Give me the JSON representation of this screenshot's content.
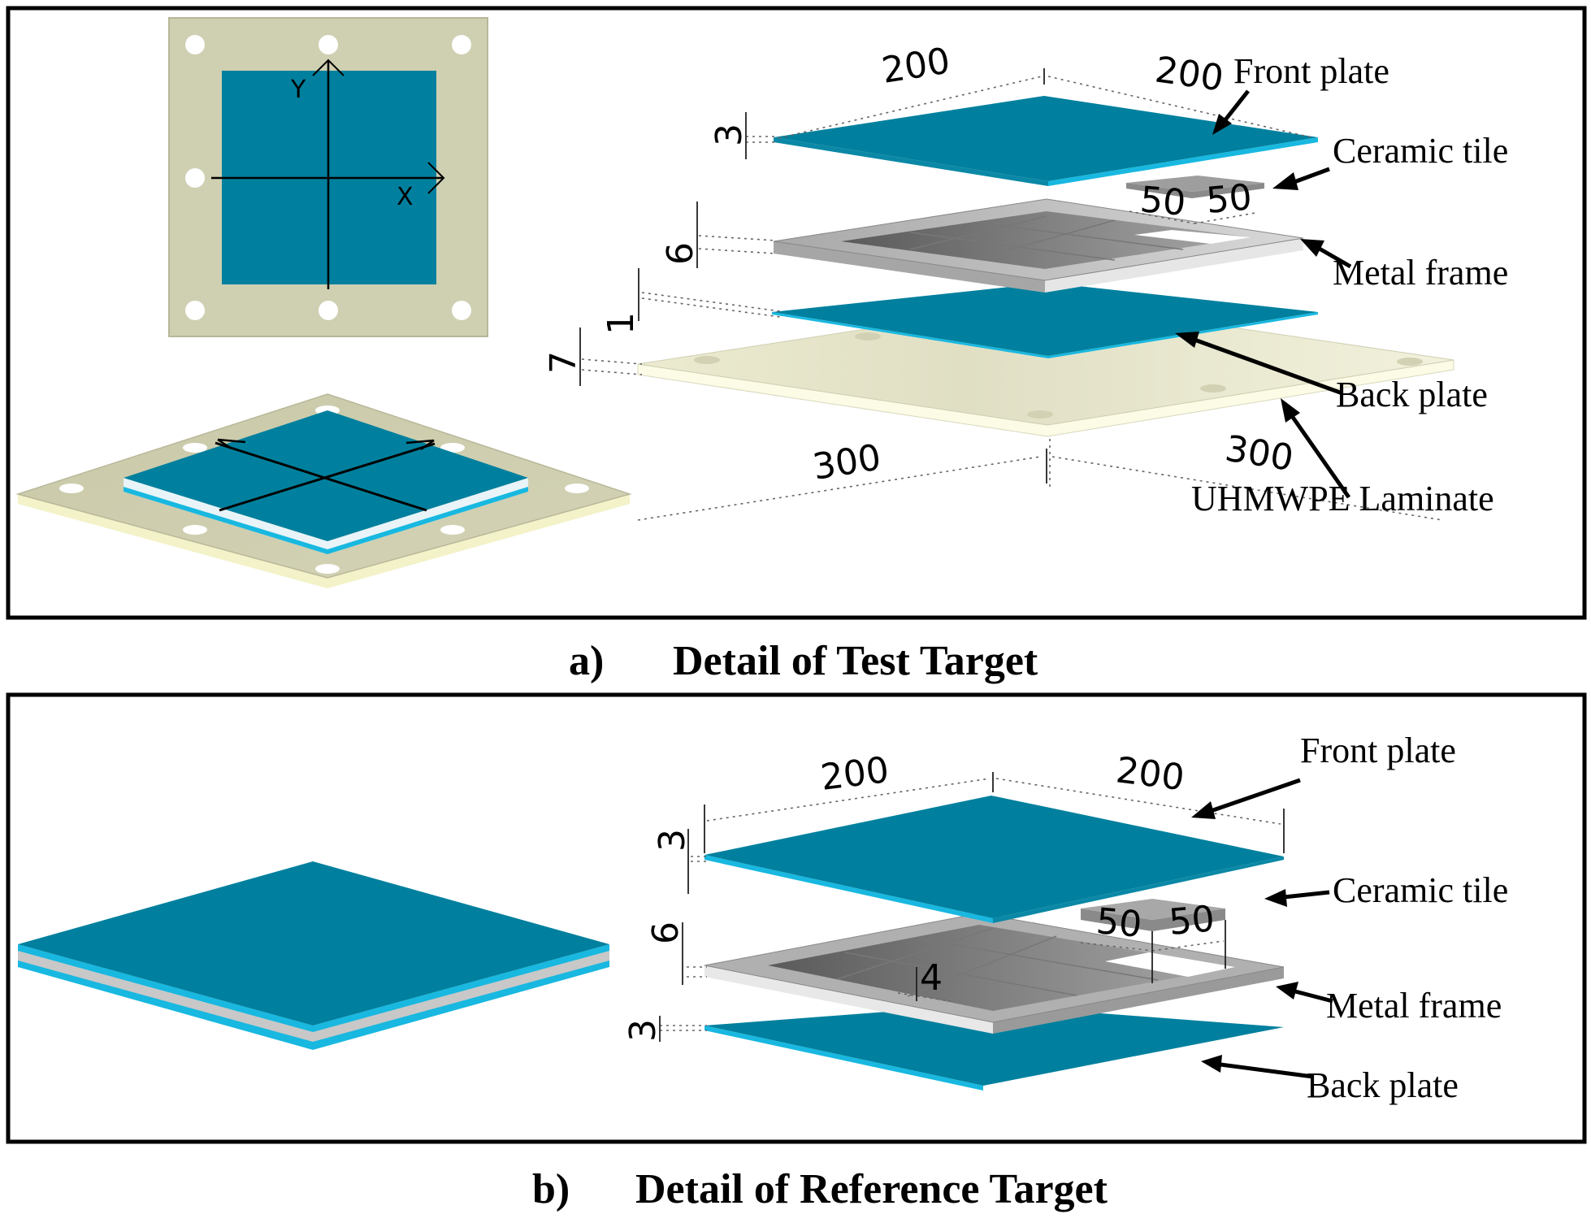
{
  "panel_a": {
    "caption_letter": "a)",
    "caption_title": "Detail of Test Target",
    "axis_x": "X",
    "axis_y": "Y",
    "labels": {
      "front_plate": "Front plate",
      "ceramic_tile": "Ceramic tile",
      "metal_frame": "Metal frame",
      "back_plate": "Back plate",
      "uhmwpe": "UHMWPE Laminate"
    },
    "dims": {
      "front_w1": "200",
      "front_w2": "200",
      "tile_w1": "50",
      "tile_w2": "50",
      "base_w1": "300",
      "base_w2": "300",
      "t_front": "3",
      "t_frame": "6",
      "t_back": "1",
      "t_base": "7"
    }
  },
  "panel_b": {
    "caption_letter": "b)",
    "caption_title": "Detail of Reference Target",
    "labels": {
      "front_plate": "Front plate",
      "ceramic_tile": "Ceramic tile",
      "metal_frame": "Metal frame",
      "back_plate": "Back plate"
    },
    "dims": {
      "front_w1": "200",
      "front_w2": "200",
      "tile_w1": "50",
      "tile_w2": "50",
      "gap": "4",
      "t_front": "3",
      "t_frame": "6",
      "t_back": "3"
    }
  },
  "colors": {
    "plate_top": "#00809e",
    "plate_edge": "#18b8e0",
    "frame": "#b4b4b4",
    "base": "#eeeed8",
    "mount_plate": "#cfcfb0"
  }
}
